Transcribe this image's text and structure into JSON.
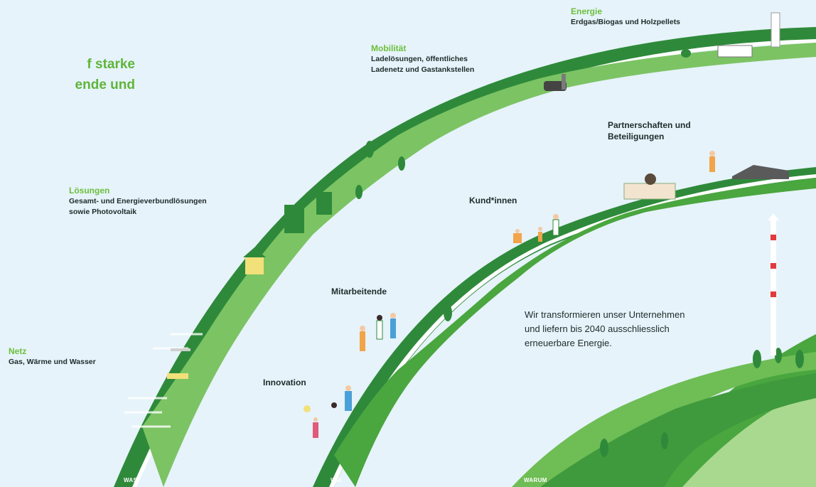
{
  "headline": [
    "f starke",
    "ende und"
  ],
  "categories": {
    "energie": {
      "title": "Energie",
      "desc": [
        "Erdgas/Biogas und Holzpellets"
      ]
    },
    "mobilitaet": {
      "title": "Mobilität",
      "desc": [
        "Ladelösungen, öffentliches",
        "Ladenetz und Gastankstellen"
      ]
    },
    "loesungen": {
      "title": "Lösungen",
      "desc": [
        "Gesamt- und Energieverbundlösungen",
        "sowie Photovoltaik"
      ]
    },
    "netz": {
      "title": "Netz",
      "desc": [
        "Gas, Wärme und Wasser"
      ]
    }
  },
  "labels": {
    "partnerschaften": [
      "Partnerschaften und",
      "Beteiligungen"
    ],
    "kunden": "Kund*innen",
    "mitarbeitende": "Mitarbeitende",
    "innovation": "Innovation"
  },
  "statement": [
    "Wir transformieren unser Unternehmen",
    "und liefern bis 2040 ausschliesslich",
    "erneuerbare Energie."
  ],
  "ring_tags": {
    "was": "WAS",
    "wie": "WIE",
    "warum": "WARUM"
  },
  "colors": {
    "background": "#e6f3fa",
    "dark_green": "#2e8a3a",
    "mid_green": "#4aa63f",
    "light_green": "#7cc364",
    "pale_green": "#a9d98f",
    "accent_green": "#6cbf3c"
  }
}
